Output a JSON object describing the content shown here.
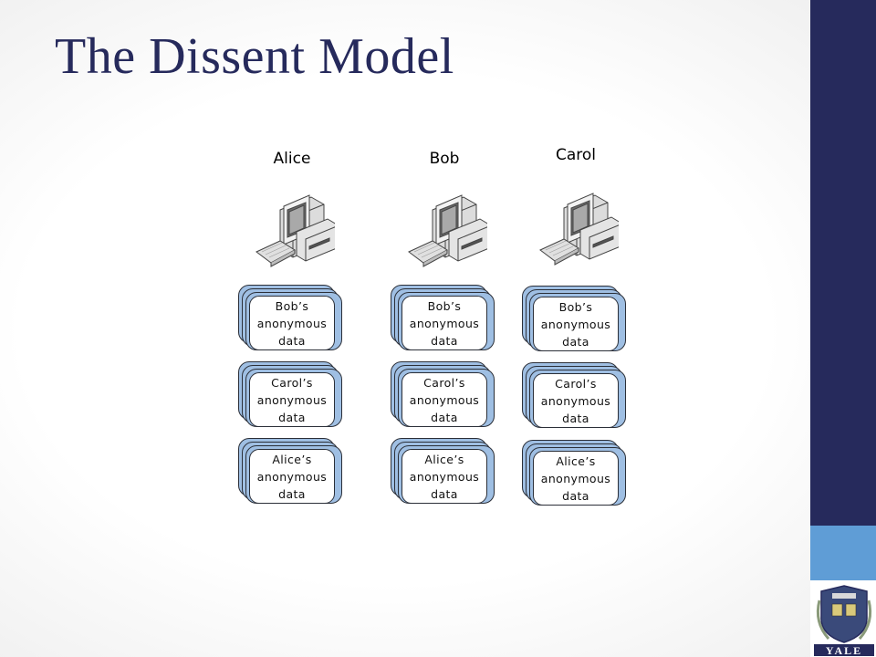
{
  "slide": {
    "title": "The Dissent Model"
  },
  "columns": [
    {
      "name": "Alice",
      "cards": [
        "Bob’s\nanonymous\ndata",
        "Carol’s\nanonymous\ndata",
        "Alice’s\nanonymous\ndata"
      ]
    },
    {
      "name": "Bob",
      "cards": [
        "Bob’s\nanonymous\ndata",
        "Carol’s\nanonymous\ndata",
        "Alice’s\nanonymous\ndata"
      ]
    },
    {
      "name": "Carol",
      "cards": [
        "Bob’s\nanonymous\ndata",
        "Carol’s\nanonymous\ndata",
        "Alice’s\nanonymous\ndata"
      ]
    }
  ],
  "logo": {
    "text": "YALE",
    "icon": "yale-shield-logo"
  },
  "colors": {
    "title": "#262a5c",
    "sidebar_dark": "#262a5c",
    "sidebar_accent": "#5f9dd6",
    "stack_fill": "#9fbfe3"
  }
}
